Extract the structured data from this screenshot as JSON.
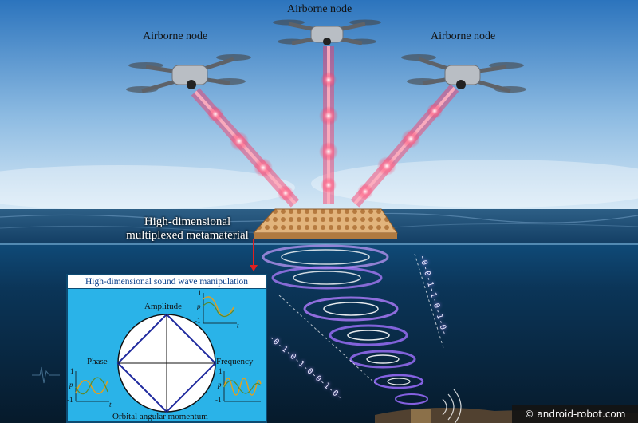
{
  "nodes": [
    {
      "label": "Airborne node"
    },
    {
      "label": "Airborne node"
    },
    {
      "label": "Airborne node"
    }
  ],
  "metamaterial": {
    "line1": "High-dimensional",
    "line2": "multiplexed metamaterial"
  },
  "panel": {
    "title": "High-dimensional sound wave manipulation",
    "top": "Amplitude",
    "left": "Phase",
    "right": "Frequency",
    "bottom": "Orbital angular momentum",
    "axis_p": "p",
    "axis_t": "t",
    "tick_pos": "1",
    "tick_neg": "-1"
  },
  "bit_streams": {
    "left": "-0-1-0-1-0-0-1-0-",
    "right": "-0-0-1-1-0-1-0-"
  },
  "watermark": "© android-robot.com",
  "colors": {
    "beam": "#ff4060",
    "vortex": "#b06cff",
    "panel_bg": "#2ab3e8",
    "diamond": "#1f2a9e"
  }
}
